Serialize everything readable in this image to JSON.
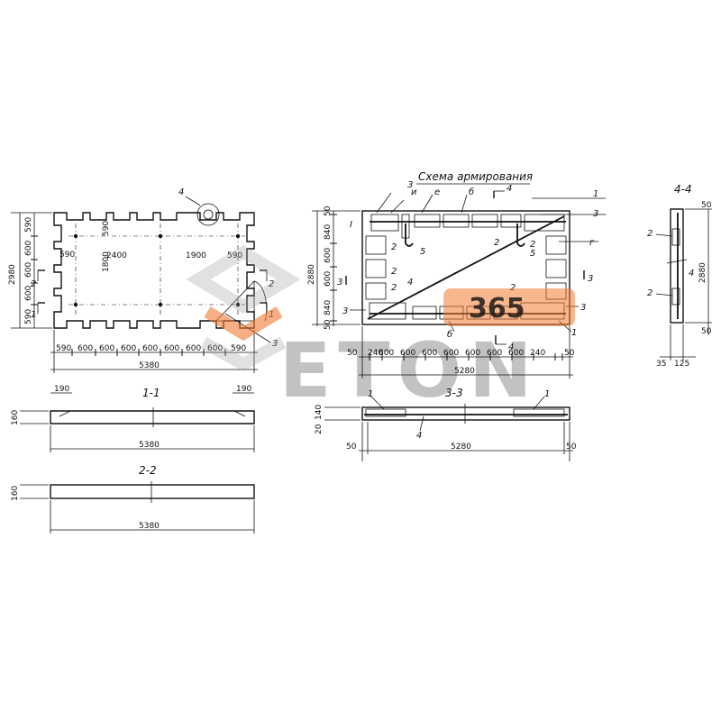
{
  "plan": {
    "callout_4": "4",
    "callout_3": "3",
    "section_1": "1",
    "section_2": "2",
    "left_dims": [
      "2980",
      "590",
      "600",
      "600",
      "600",
      "590"
    ],
    "bottom_dims": [
      "590",
      "600",
      "600",
      "600",
      "600",
      "600",
      "600",
      "600",
      "590"
    ],
    "total_length": "5380",
    "inner_590_left": "590",
    "inner_590_top": "590",
    "inner_590_right": "590",
    "inner_2400": "2400",
    "inner_1900": "1900",
    "inner_1800": "1800"
  },
  "section_1_1": {
    "title": "1-1",
    "left_dim": "190",
    "right_dim": "190",
    "thickness": "160",
    "length": "5380"
  },
  "section_2_2": {
    "title": "2-2",
    "thickness": "160",
    "length": "5380"
  },
  "reinforcement": {
    "title": "Схема армирования",
    "callouts": {
      "c1_top": "1",
      "c3_top": "3",
      "c3_right": "3",
      "c_i": "и",
      "c_e": "е",
      "c_b": "б",
      "c_g": "г",
      "c_4top": "4",
      "c_4bot": "4",
      "c5": "5",
      "c1_bottom": "1",
      "c3_left": "3",
      "c3_bottom": "3",
      "c2a": "2",
      "c2b": "2",
      "c2c": "2",
      "c2d": "2",
      "c2e": "2",
      "c2f": "2",
      "c4mid": "4",
      "c5b": "5",
      "c6": "б",
      "cI": "I",
      "sec3_left": "3",
      "sec3_right": "3"
    },
    "left_dims": [
      "50",
      "840",
      "2880",
      "600",
      "600",
      "840",
      "50"
    ],
    "bottom_dims": [
      "50",
      "240",
      "600",
      "600",
      "600",
      "600",
      "600",
      "600",
      "600",
      "240",
      "50"
    ],
    "total_length": "5280"
  },
  "section_3_3": {
    "title": "3-3",
    "callout_left": "1",
    "callout_right": "1",
    "callout_mid": "4",
    "dim_140": "140",
    "dim_20": "20",
    "left_50": "50",
    "right_50": "50",
    "length": "5280"
  },
  "section_4_4": {
    "title": "4-4",
    "callout_2a": "2",
    "callout_2b": "2",
    "callout_4": "4",
    "top_50": "50",
    "bottom_50": "50",
    "height": "2880",
    "dim_35": "35",
    "dim_125": "125"
  },
  "watermark": {
    "text": "ETON",
    "subtext": "365",
    "accent": "#f07a32",
    "grey": "#7d7d7d"
  }
}
